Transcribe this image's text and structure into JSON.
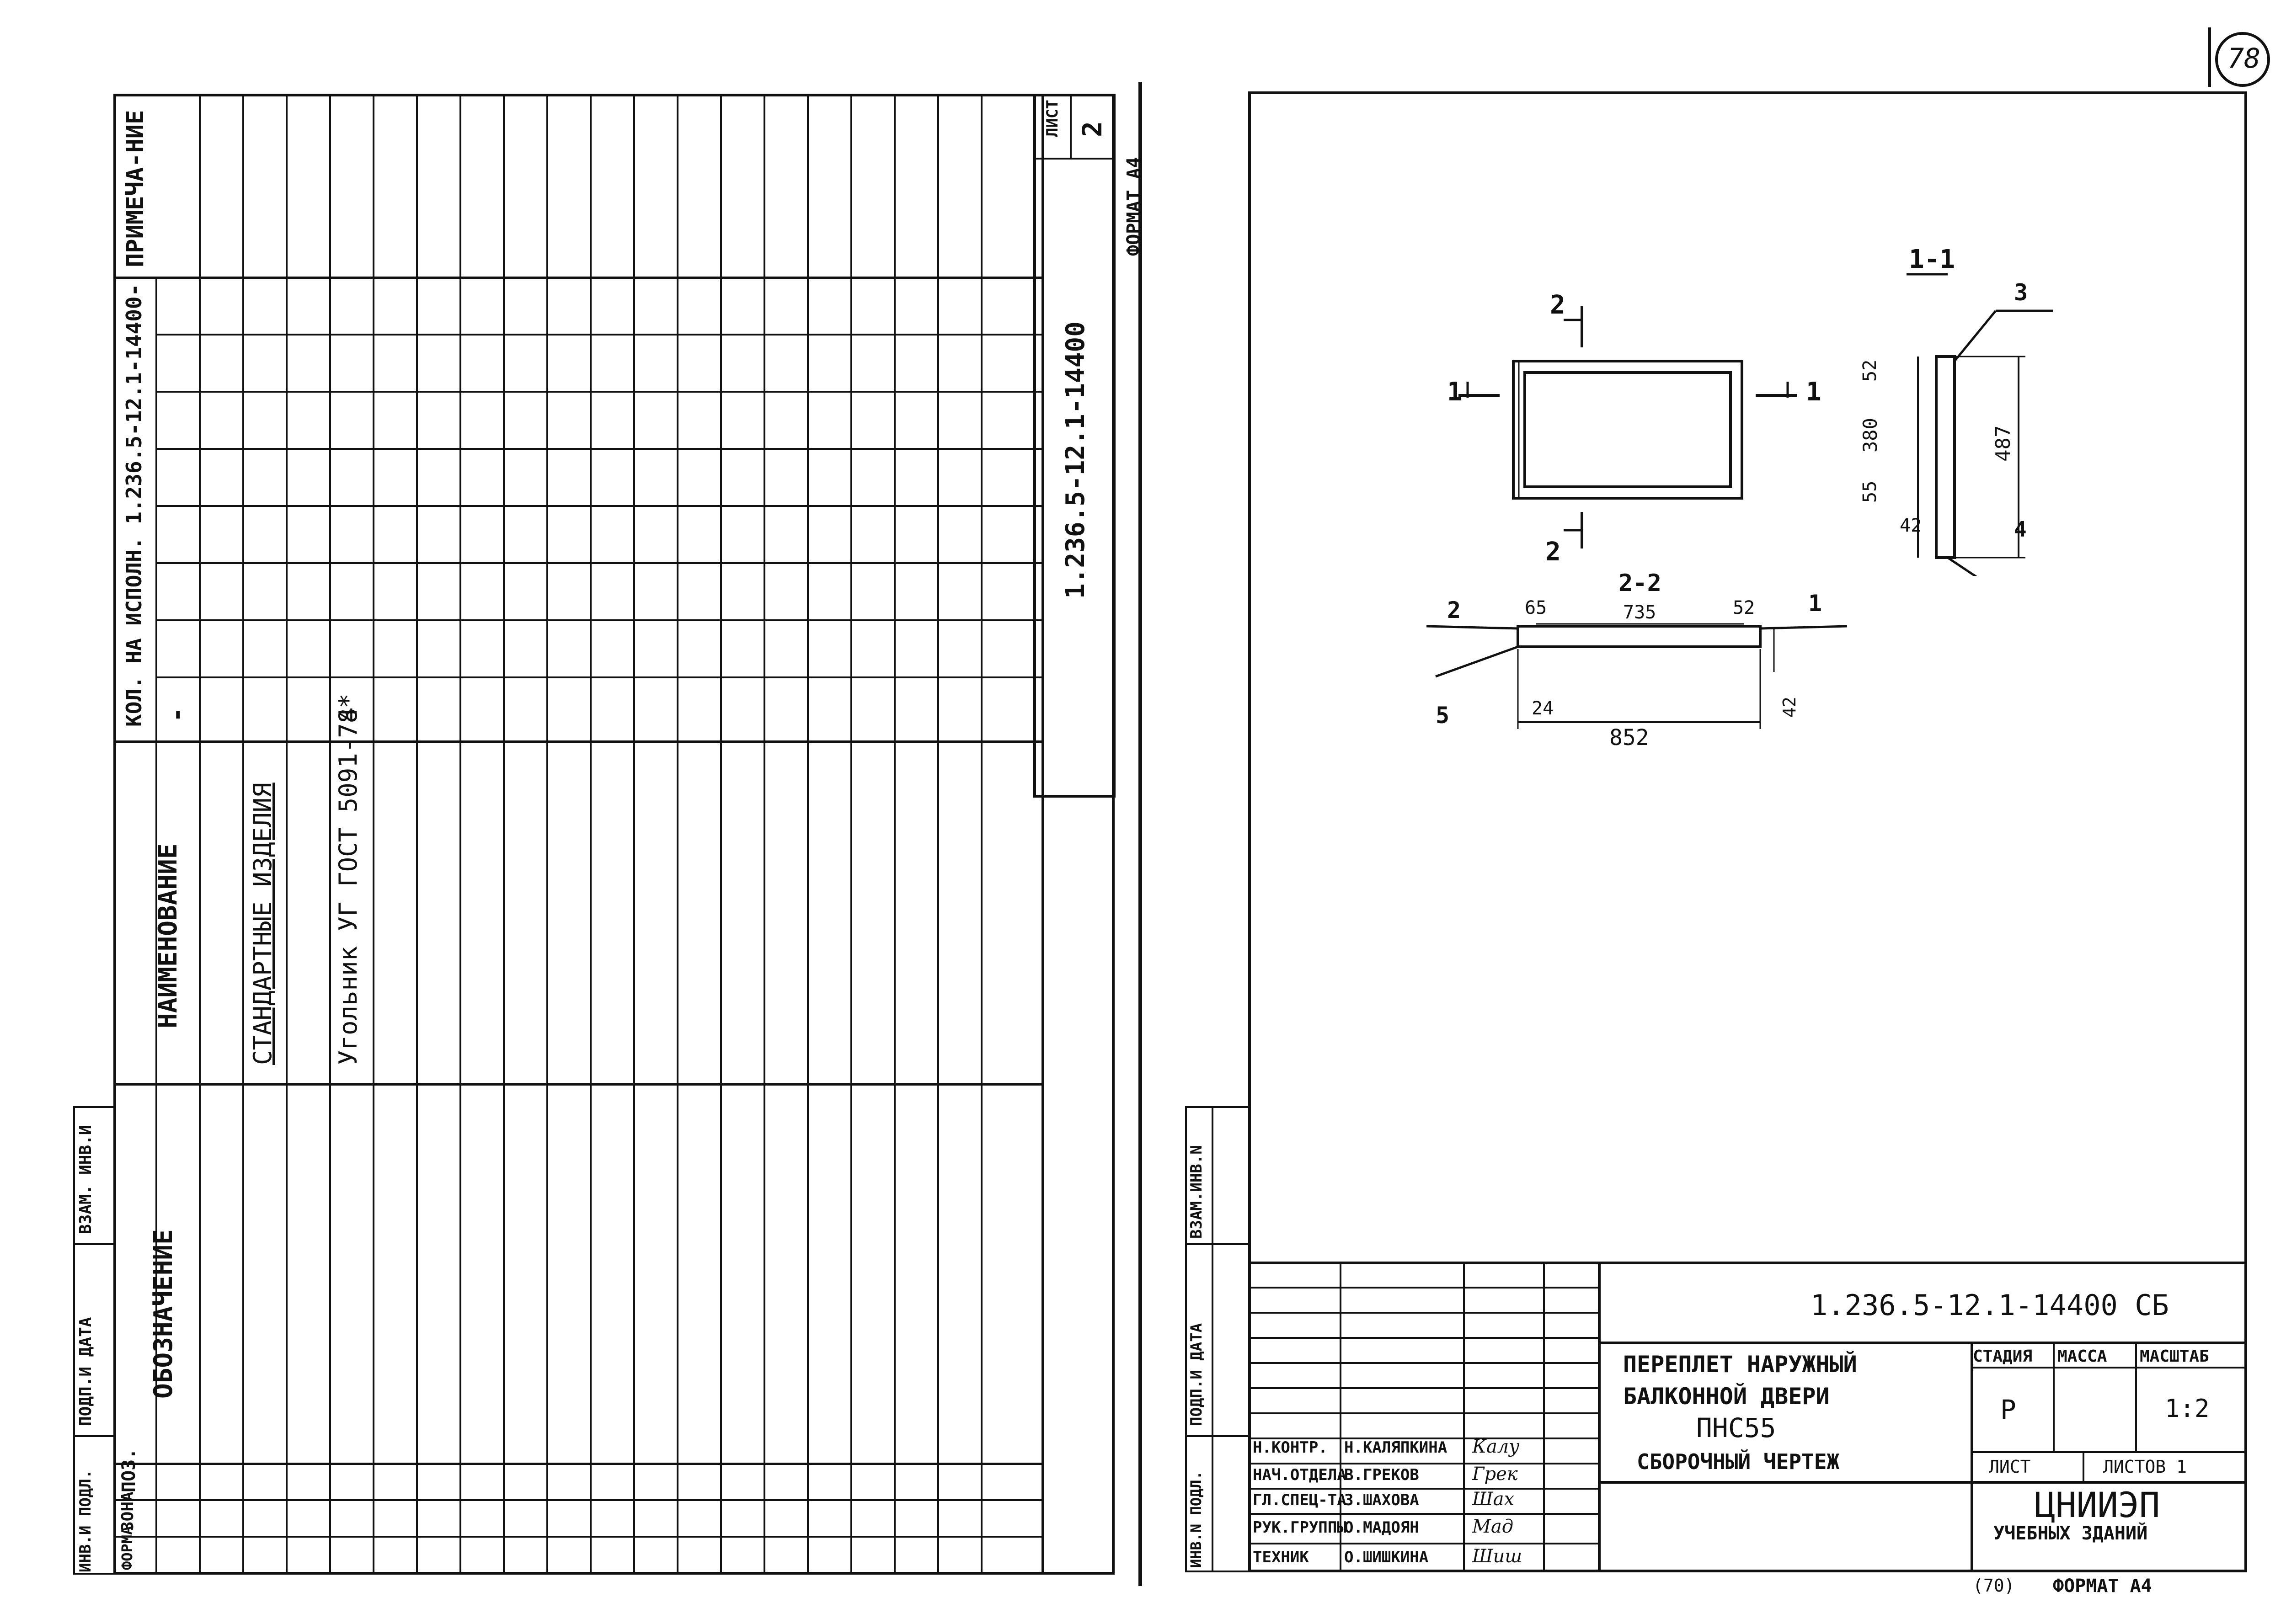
{
  "page_number": "78",
  "left_sheet": {
    "column_headers": {
      "forma": "ФОРМА",
      "zona": "ЗОНА",
      "poz": "ПОЗ.",
      "designation": "ОБОЗНАЧЕНИЕ",
      "name": "НАИМЕНОВАНИЕ",
      "quantity": "КОЛ. НА ИСПОЛН. 1.236.5-12.1-14400-",
      "notes": "ПРИМЕЧА-НИЕ"
    },
    "rows": [
      {
        "name": "СТАНДАРТНЫЕ ИЗДЕЛИЯ",
        "qty": "-"
      },
      {
        "name": "Угольник УГ ГОСТ 5091-78*",
        "qty": "4"
      }
    ],
    "side_stamp": {
      "inv_podl": "ИНВ.И ПОДЛ.",
      "podp_data": "ПОДП.И ДАТА",
      "vzam_inv": "ВЗАМ. ИНВ.И"
    },
    "sheet_label": "ЛИСТ",
    "sheet_number": "2",
    "doc_code": "1.236.5-12.1-14400",
    "format_label": "ФОРМАТ А4"
  },
  "right_sheet": {
    "side_stamp": {
      "inv_podl": "ИНВ.N ПОДЛ.",
      "podp_data": "ПОДП.И ДАТА",
      "vzam_inv": "ВЗАМ.ИНВ.N"
    },
    "drawing": {
      "section_1_1": "1-1",
      "section_2_2": "2-2",
      "cut_mark_1": "1",
      "cut_mark_2": "2",
      "callout_1": "1",
      "callout_2": "2",
      "callout_3": "3",
      "callout_4": "4",
      "callout_5": "5",
      "dim_52_top": "52",
      "dim_380": "380",
      "dim_55": "55",
      "dim_487": "487",
      "dim_42_left": "42",
      "dim_65": "65",
      "dim_735": "735",
      "dim_52_right": "52",
      "dim_24": "24",
      "dim_852": "852",
      "dim_42_right": "42"
    },
    "title_block": {
      "doc_code": "1.236.5-12.1-14400 СБ",
      "title_line1": "ПЕРЕПЛЕТ НАРУЖНЫЙ",
      "title_line2": "БАЛКОННОЙ ДВЕРИ",
      "title_line3": "ПНС55",
      "title_line4": "СБОРОЧНЫЙ ЧЕРТЕЖ",
      "stage_label": "СТАДИЯ",
      "mass_label": "МАССА",
      "scale_label": "МАСШТАБ",
      "stage_value": "Р",
      "scale_value": "1:2",
      "sheet_label": "ЛИСТ",
      "sheets_label": "ЛИСТОВ 1",
      "org_name": "ЦНИИЭП",
      "org_sub": "УЧЕБНЫХ ЗДАНИЙ",
      "format_label": "ФОРМАТ А4",
      "bottom_mark": "(70)",
      "signatures": [
        {
          "role": "Н.КОНТР.",
          "name": "Н.КАЛЯПКИНА",
          "sign": "Калу"
        },
        {
          "role": "НАЧ.ОТДЕЛА",
          "name": "В.ГРЕКОВ",
          "sign": "Грек"
        },
        {
          "role": "ГЛ.СПЕЦ-ТА",
          "name": "З.ШАХОВА",
          "sign": "Шах"
        },
        {
          "role": "РУК.ГРУППЫ",
          "name": "О.МАДОЯН",
          "sign": "Мад"
        },
        {
          "role": "ТЕХНИК",
          "name": "О.ШИШКИНА",
          "sign": "Шиш"
        }
      ]
    }
  }
}
